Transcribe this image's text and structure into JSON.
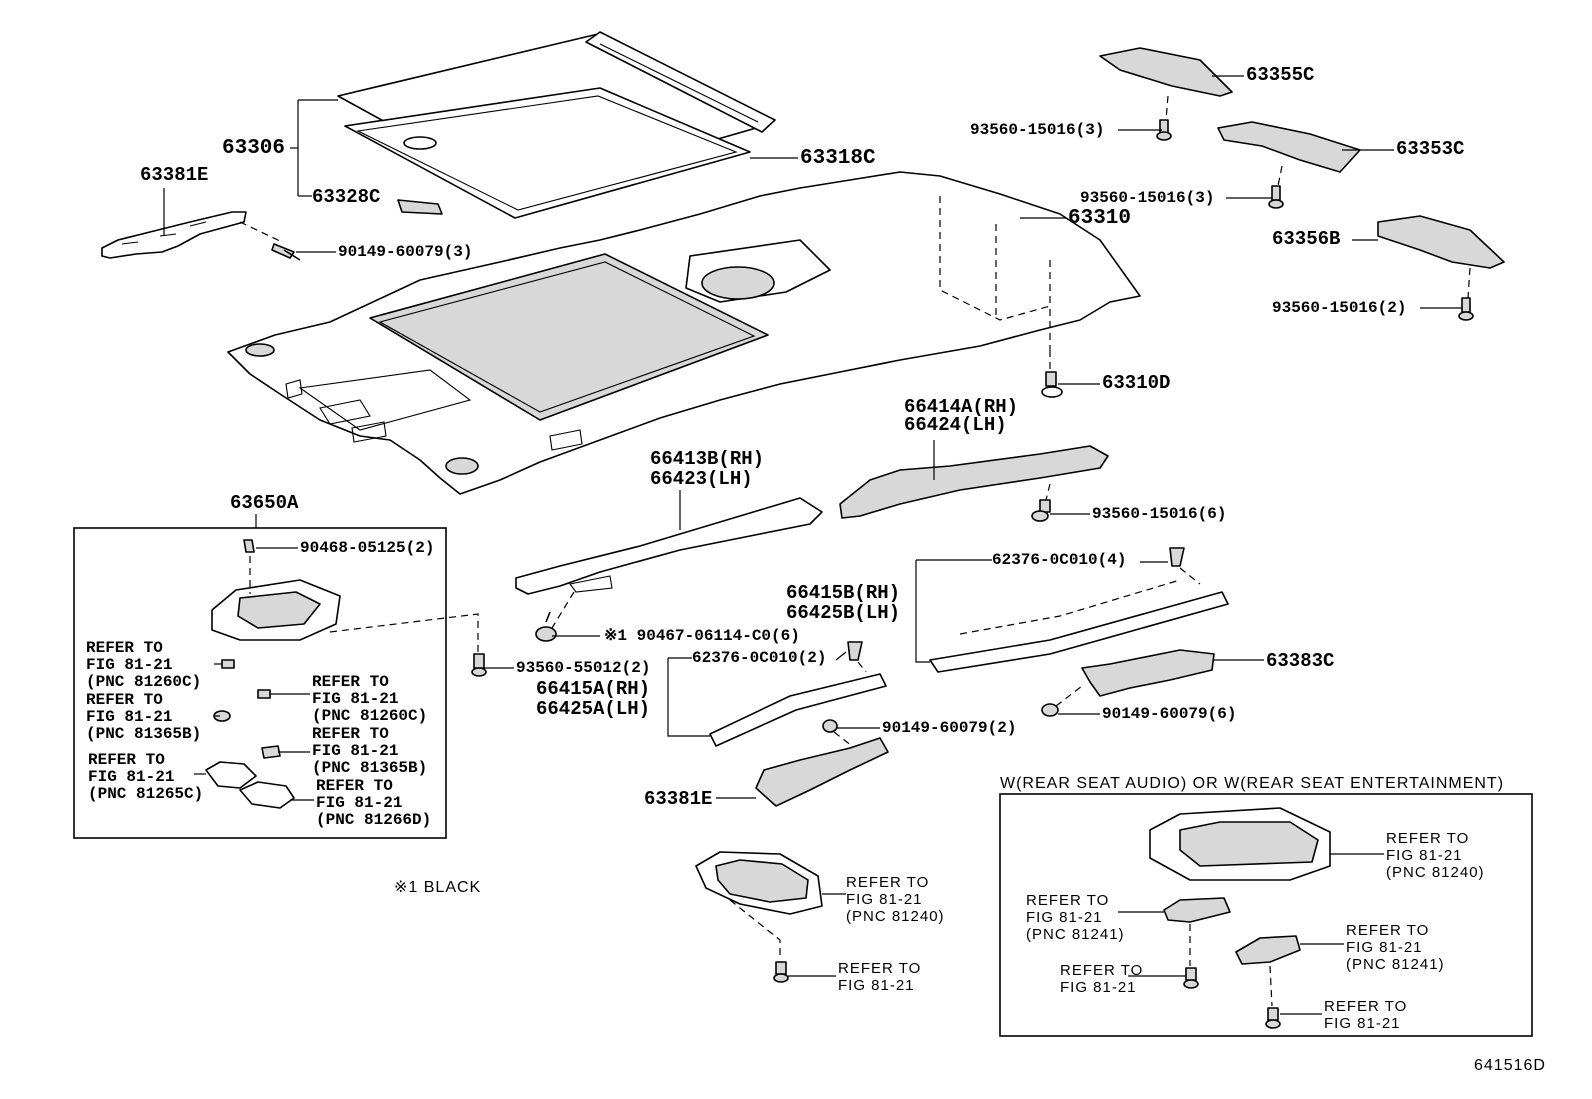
{
  "labels": {
    "p63306": "63306",
    "p63318c": "63318C",
    "p63328c": "63328C",
    "p63381e_top": "63381E",
    "p90149_a": "90149-60079(3)",
    "p63310": "63310",
    "p63310d": "63310D",
    "p63355c": "63355C",
    "p63353c": "63353C",
    "p63356b": "63356B",
    "p93560_a": "93560-15016(3)",
    "p93560_b": "93560-15016(3)",
    "p93560_c": "93560-15016(2)",
    "p66414a": "66414A(RH)",
    "p66424": "66424(LH)",
    "p93560_d": "93560-15016(6)",
    "p66413b": "66413B(RH)",
    "p66423": "66423(LH)",
    "p90467": "※1 90467-06114-C0(6)",
    "p62376_a": "62376-0C010(4)",
    "p66415b": "66415B(RH)",
    "p66425b": "66425B(LH)",
    "p63383c": "63383C",
    "p90149_b": "90149-60079(6)",
    "p62376_b": "62376-0C010(2)",
    "p66415a": "66415A(RH)",
    "p66425a": "66425A(LH)",
    "p93560_e": "93560-55012(2)",
    "p90149_c": "90149-60079(2)",
    "p63381e_bot": "63381E",
    "p63650a": "63650A",
    "p90468": "90468-05125(2)",
    "note_black": "※1  BLACK",
    "ref_1": "REFER TO\nFIG 81-21\n(PNC 81260C)",
    "ref_2": "REFER TO\nFIG 81-21\n(PNC 81260C)",
    "ref_3": "REFER TO\nFIG 81-21\n(PNC 81365B)",
    "ref_4": "REFER TO\nFIG 81-21\n(PNC 81365B)",
    "ref_5": "REFER TO\nFIG 81-21\n(PNC 81265C)",
    "ref_6": "REFER TO\nFIG 81-21\n(PNC 81266D)",
    "ref_7": "REFER TO\nFIG 81-21\n(PNC 81240)",
    "ref_8": "REFER TO\nFIG 81-21",
    "w_title": "W(REAR SEAT AUDIO)  OR W(REAR SEAT ENTERTAINMENT)",
    "ref_9": "REFER TO\nFIG 81-21\n(PNC 81240)",
    "ref_10": "REFER TO\nFIG 81-21\n(PNC 81241)",
    "ref_11": "REFER TO\nFIG 81-21\n(PNC 81241)",
    "ref_12": "REFER TO\nFIG 81-21",
    "ref_13": "REFER TO\nFIG 81-21",
    "figure_id": "641516D"
  }
}
